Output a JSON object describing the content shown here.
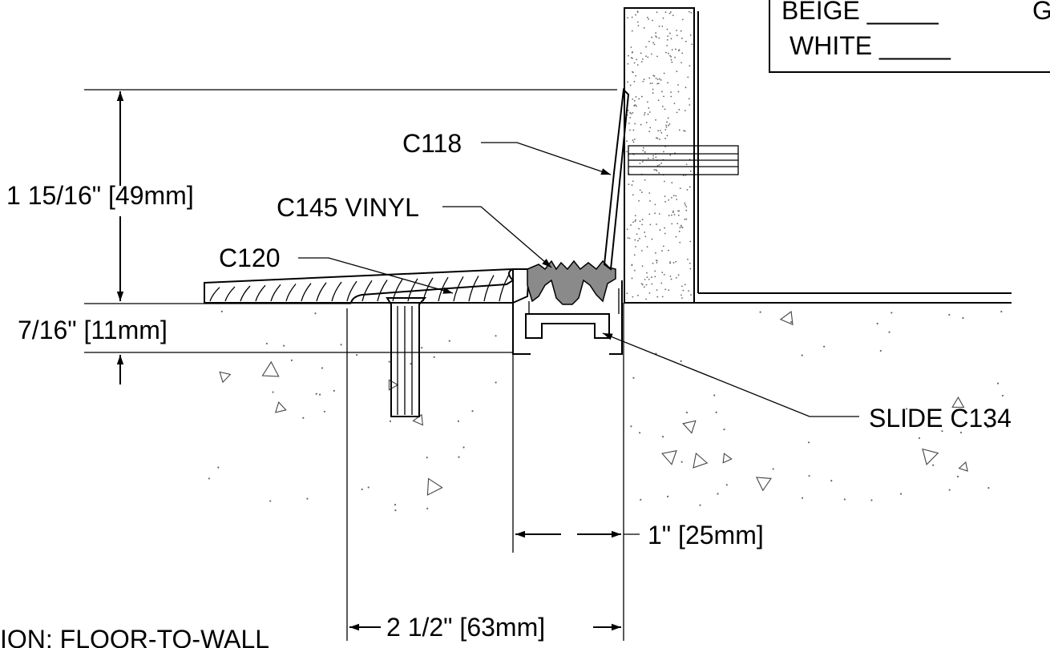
{
  "legend": {
    "row1_left": "BEIGE _____",
    "row1_right": "G",
    "row2_left": "WHITE _____"
  },
  "callouts": {
    "c118": "C118",
    "c145": "C145 VINYL",
    "c120": "C120",
    "slide": "SLIDE C134"
  },
  "dimensions": {
    "height_total": "1 15/16\" [49mm]",
    "height_lower": "7/16\" [11mm]",
    "width_gap": "1\" [25mm]",
    "width_total": "2 1/2\" [63mm]"
  },
  "caption": "ION: FLOOR-TO-WALL"
}
